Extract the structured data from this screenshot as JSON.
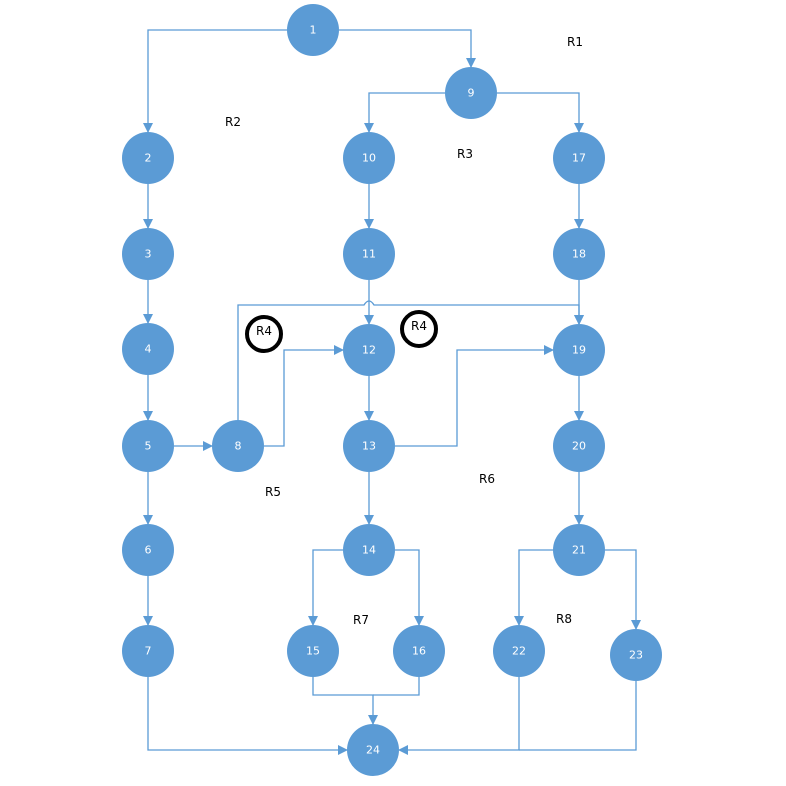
{
  "diagram": {
    "type": "control-flow-graph",
    "colors": {
      "node": "#5b9bd5",
      "edge": "#5b9bd5",
      "node_text": "#ffffff",
      "region_text": "#000000",
      "highlight_ring": "#000000"
    },
    "nodes": [
      {
        "id": "1",
        "label": "1"
      },
      {
        "id": "2",
        "label": "2"
      },
      {
        "id": "3",
        "label": "3"
      },
      {
        "id": "4",
        "label": "4"
      },
      {
        "id": "5",
        "label": "5"
      },
      {
        "id": "6",
        "label": "6"
      },
      {
        "id": "7",
        "label": "7"
      },
      {
        "id": "8",
        "label": "8"
      },
      {
        "id": "9",
        "label": "9"
      },
      {
        "id": "10",
        "label": "10"
      },
      {
        "id": "11",
        "label": "11"
      },
      {
        "id": "12",
        "label": "12"
      },
      {
        "id": "13",
        "label": "13"
      },
      {
        "id": "14",
        "label": "14"
      },
      {
        "id": "15",
        "label": "15"
      },
      {
        "id": "16",
        "label": "16"
      },
      {
        "id": "17",
        "label": "17"
      },
      {
        "id": "18",
        "label": "18"
      },
      {
        "id": "19",
        "label": "19"
      },
      {
        "id": "20",
        "label": "20"
      },
      {
        "id": "21",
        "label": "21"
      },
      {
        "id": "22",
        "label": "22"
      },
      {
        "id": "23",
        "label": "23"
      },
      {
        "id": "24",
        "label": "24"
      }
    ],
    "edges": [
      {
        "from": "1",
        "to": "2"
      },
      {
        "from": "1",
        "to": "9"
      },
      {
        "from": "9",
        "to": "10"
      },
      {
        "from": "9",
        "to": "17"
      },
      {
        "from": "2",
        "to": "3"
      },
      {
        "from": "3",
        "to": "4"
      },
      {
        "from": "4",
        "to": "5"
      },
      {
        "from": "5",
        "to": "8"
      },
      {
        "from": "5",
        "to": "6"
      },
      {
        "from": "6",
        "to": "7"
      },
      {
        "from": "7",
        "to": "24"
      },
      {
        "from": "8",
        "to": "12"
      },
      {
        "from": "8",
        "to": "19"
      },
      {
        "from": "10",
        "to": "11"
      },
      {
        "from": "11",
        "to": "12"
      },
      {
        "from": "12",
        "to": "13"
      },
      {
        "from": "13",
        "to": "19"
      },
      {
        "from": "13",
        "to": "14"
      },
      {
        "from": "14",
        "to": "15"
      },
      {
        "from": "14",
        "to": "16"
      },
      {
        "from": "15",
        "to": "24"
      },
      {
        "from": "16",
        "to": "24"
      },
      {
        "from": "17",
        "to": "18"
      },
      {
        "from": "18",
        "to": "19"
      },
      {
        "from": "19",
        "to": "20"
      },
      {
        "from": "20",
        "to": "21"
      },
      {
        "from": "21",
        "to": "22"
      },
      {
        "from": "21",
        "to": "23"
      },
      {
        "from": "22",
        "to": "24"
      },
      {
        "from": "23",
        "to": "24"
      }
    ],
    "regions": [
      {
        "id": "R1",
        "label": "R1",
        "circled": false
      },
      {
        "id": "R2",
        "label": "R2",
        "circled": false
      },
      {
        "id": "R3",
        "label": "R3",
        "circled": false
      },
      {
        "id": "R4a",
        "label": "R4",
        "circled": true
      },
      {
        "id": "R4b",
        "label": "R4",
        "circled": true
      },
      {
        "id": "R5",
        "label": "R5",
        "circled": false
      },
      {
        "id": "R6",
        "label": "R6",
        "circled": false
      },
      {
        "id": "R7",
        "label": "R7",
        "circled": false
      },
      {
        "id": "R8",
        "label": "R8",
        "circled": false
      }
    ]
  }
}
